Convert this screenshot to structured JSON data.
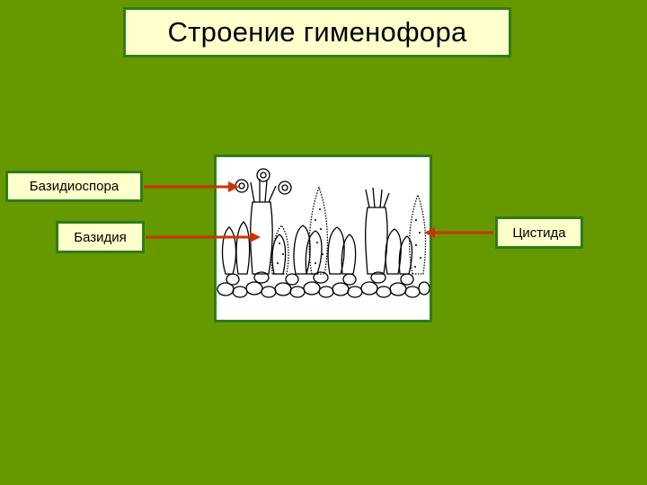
{
  "slide": {
    "background": "#669900"
  },
  "title": "Строение гименофора",
  "labels": {
    "basidiospore": "Базидиоспора",
    "basidium": "Базидия",
    "cystidium": "Цистида"
  },
  "colors": {
    "box_fill": "#ffffcc",
    "box_border": "#2e7d1a",
    "arrow": "#cc3300"
  },
  "figure": {
    "icon": "hymenium-illustration"
  }
}
